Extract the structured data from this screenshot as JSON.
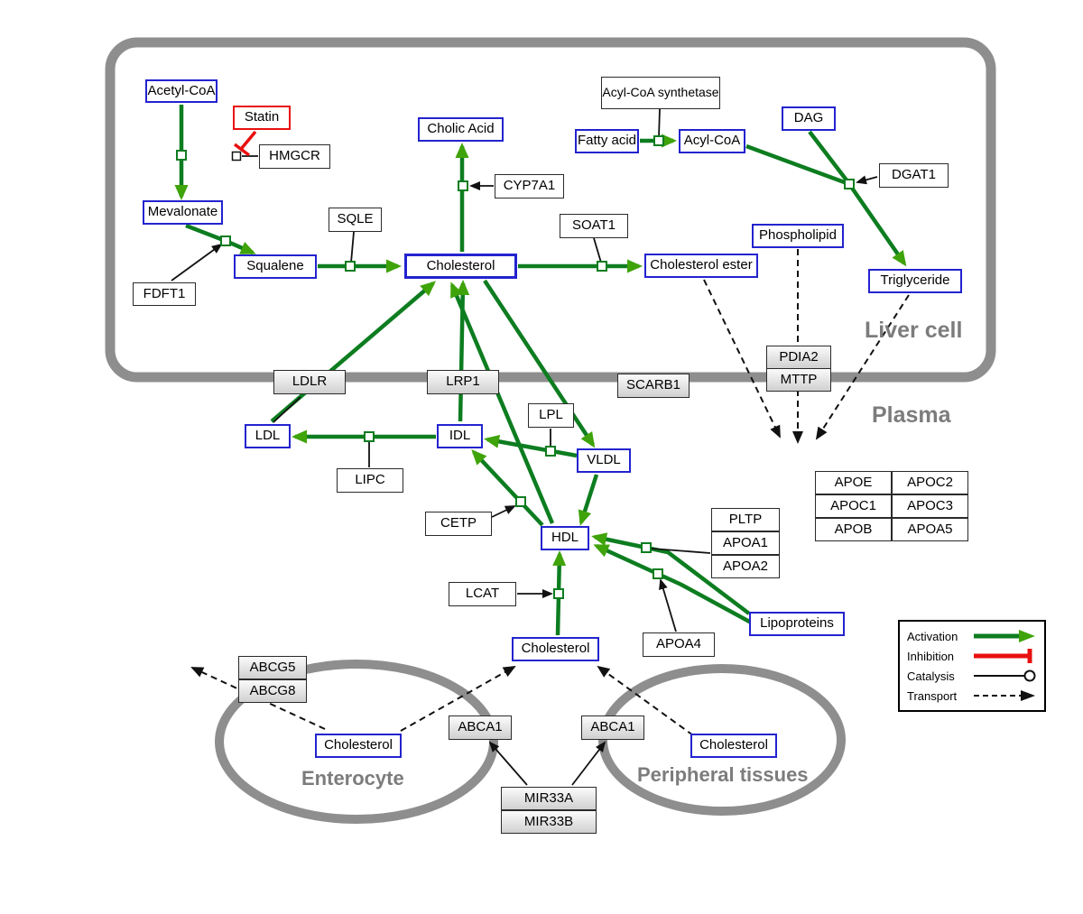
{
  "regions": {
    "liver_cell": "Liver cell",
    "plasma": "Plasma",
    "enterocyte": "Enterocyte",
    "peripheral_tissues": "Peripheral tissues"
  },
  "nodes": {
    "acetyl_coa": "Acetyl-CoA",
    "statin": "Statin",
    "hmgcr": "HMGCR",
    "mevalonate": "Mevalonate",
    "fdft1": "FDFT1",
    "squalene": "Squalene",
    "sqle": "SQLE",
    "cholesterol_liver": "Cholesterol",
    "cholic_acid": "Cholic Acid",
    "cyp7a1": "CYP7A1",
    "soat1": "SOAT1",
    "cholesterol_ester": "Cholesterol ester",
    "acyl_coa_synthetase": "Acyl-CoA synthetase",
    "fatty_acid": "Fatty acid",
    "acyl_coa": "Acyl-CoA",
    "dag": "DAG",
    "dgat1": "DGAT1",
    "phospholipid": "Phospholipid",
    "triglyceride": "Triglyceride",
    "ldlr": "LDLR",
    "lrp1": "LRP1",
    "scarb1": "SCARB1",
    "pdia2": "PDIA2",
    "mttp": "MTTP",
    "ldl": "LDL",
    "idl": "IDL",
    "lipc": "LIPC",
    "lpl": "LPL",
    "vldl": "VLDL",
    "cetp": "CETP",
    "hdl": "HDL",
    "lcat": "LCAT",
    "cholesterol_plasma": "Cholesterol",
    "apoa4": "APOA4",
    "lipoproteins": "Lipoproteins",
    "pltp": "PLTP",
    "apoa1": "APOA1",
    "apoa2": "APOA2",
    "apoe": "APOE",
    "apoc2": "APOC2",
    "apoc1": "APOC1",
    "apoc3": "APOC3",
    "apob": "APOB",
    "apoa5": "APOA5",
    "abcg5": "ABCG5",
    "abcg8": "ABCG8",
    "cholesterol_enterocyte": "Cholesterol",
    "abca1_left": "ABCA1",
    "abca1_right": "ABCA1",
    "cholesterol_peripheral": "Cholesterol",
    "mir33a": "MIR33A",
    "mir33b": "MIR33B"
  },
  "legend": {
    "activation": "Activation",
    "inhibition": "Inhibition",
    "catalysis": "Catalysis",
    "transport": "Transport"
  },
  "colors": {
    "metabolite_border": "#2323cf",
    "activation_green": "#0d7d20",
    "arrow_green": "#3fa30a",
    "inhibition_red": "#e81010",
    "membrane_gray": "#8e8e8e"
  }
}
